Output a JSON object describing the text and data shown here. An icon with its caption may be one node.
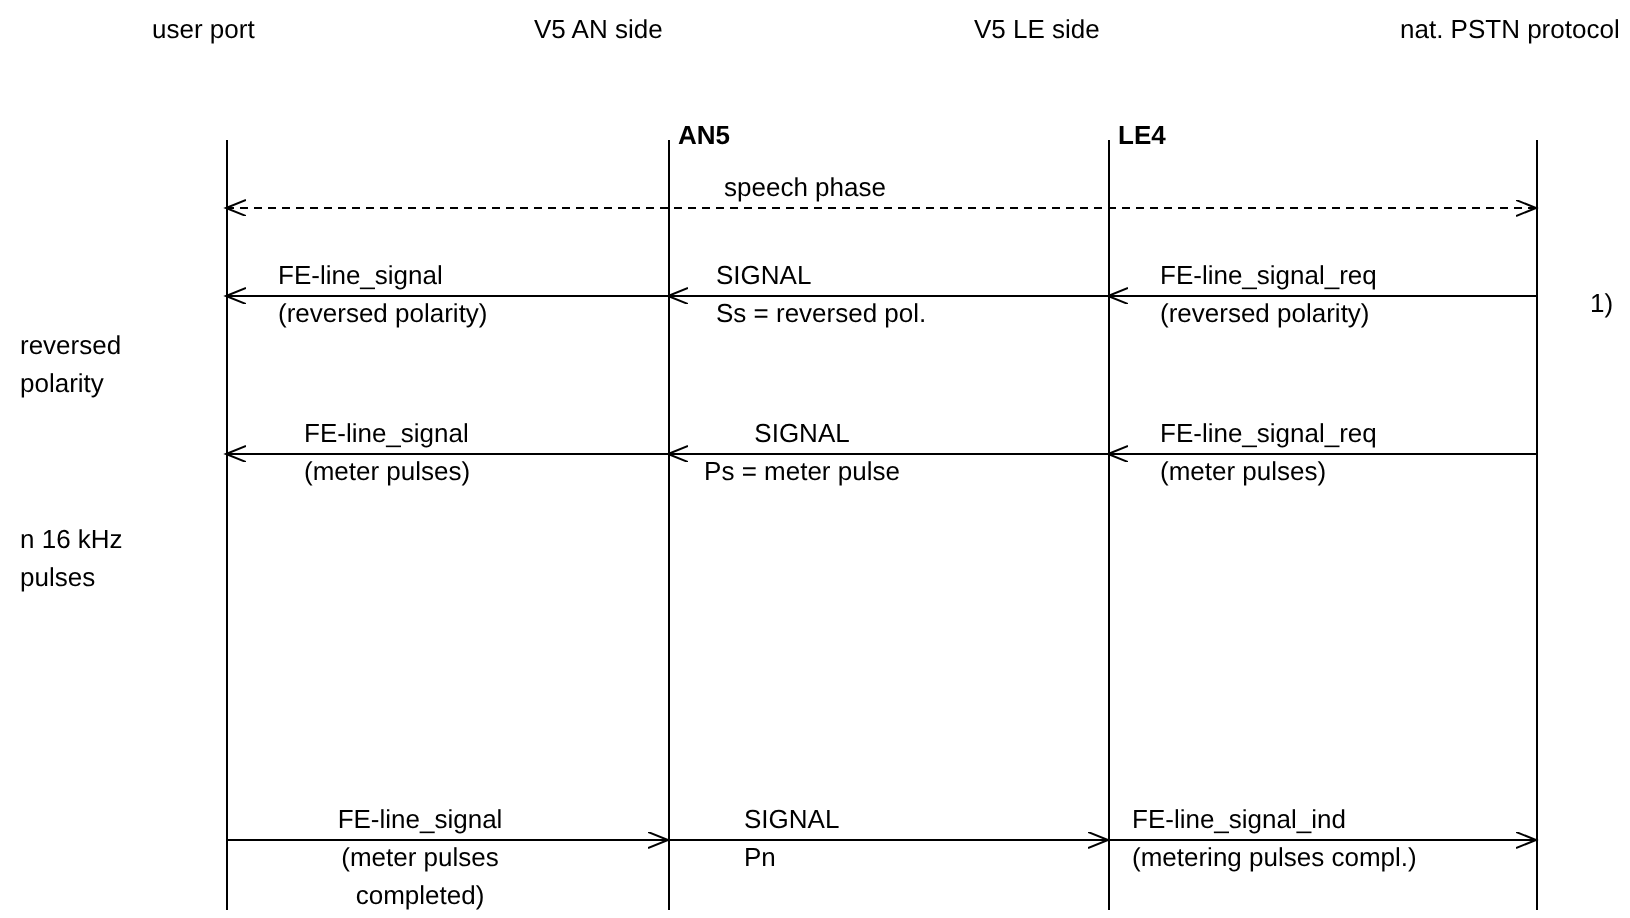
{
  "diagram": {
    "nodes": [
      {
        "text": [
          "user port"
        ]
      },
      {
        "text": [
          "V5 AN side"
        ],
        "beside": [
          "AN5"
        ]
      },
      {
        "text": [
          "V5 LE side"
        ],
        "beside": [
          "LE4"
        ]
      },
      {
        "text": [
          "nat. PSTN protocol"
        ]
      }
    ],
    "edges": [
      {
        "from": 0,
        "to": 3,
        "arrow": "both",
        "label": "speech phase",
        "style": "dashed"
      },
      {
        "from": 3,
        "to": 2,
        "arrow": "to",
        "label": "FE-line_signal_req (reversed polarity)"
      },
      {
        "from": 2,
        "to": 1,
        "arrow": "to",
        "label": "SIGNAL Ss = reversed pol."
      },
      {
        "from": 1,
        "to": 0,
        "arrow": "to",
        "label": "FE-line_signal (reversed polarity)"
      },
      {
        "from": 3,
        "to": 2,
        "arrow": "to",
        "label": "FE-line_signal_req (meter pulses)"
      },
      {
        "from": 2,
        "to": 1,
        "arrow": "to",
        "label": "SIGNAL Ps = meter pulse"
      },
      {
        "from": 1,
        "to": 0,
        "arrow": "to",
        "label": "FE-line_signal (meter pulses)"
      },
      {
        "from": 0,
        "to": 1,
        "arrow": "to",
        "label": "FE-line_signal (meter pulses completed)"
      },
      {
        "from": 1,
        "to": 2,
        "arrow": "to",
        "label": "SIGNAL Pn"
      },
      {
        "from": 2,
        "to": 3,
        "arrow": "to",
        "label": "FE-line_signal_ind (metering pulses compl.)"
      }
    ],
    "labels": [
      "1)",
      "reversed polarity",
      "n 16 kHz pulses"
    ]
  }
}
